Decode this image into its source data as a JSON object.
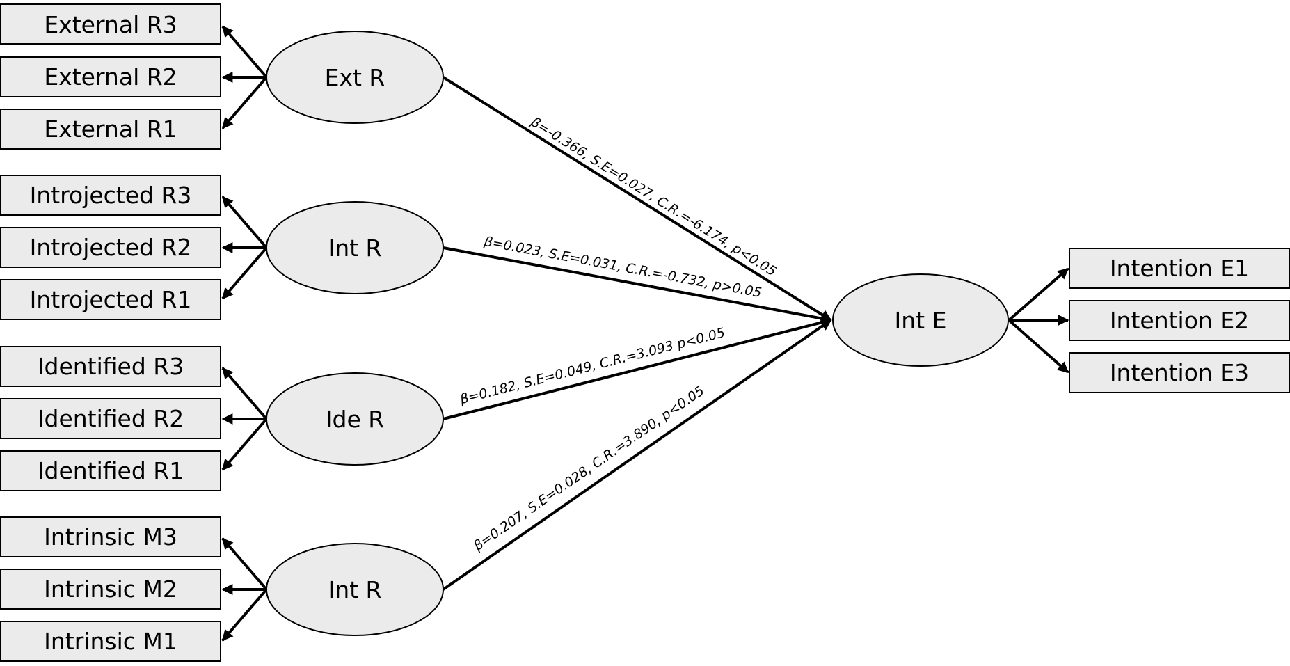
{
  "latent_left": [
    {
      "id": "ext",
      "label": "Ext R",
      "indicators": [
        "External R3",
        "External R2",
        "External R1"
      ]
    },
    {
      "id": "intr",
      "label": "Int R",
      "indicators": [
        "Introjected R3",
        "Introjected R2",
        "Introjected R1"
      ]
    },
    {
      "id": "ide",
      "label": "Ide R",
      "indicators": [
        "Identified R3",
        "Identified R2",
        "Identified R1"
      ]
    },
    {
      "id": "intm",
      "label": "Int R",
      "indicators": [
        "Intrinsic M3",
        "Intrinsic M2",
        "Intrinsic M1"
      ]
    }
  ],
  "outcome": {
    "label": "Int E",
    "indicators": [
      "Intention E1",
      "Intention E2",
      "Intention E3"
    ]
  },
  "paths": [
    {
      "from": "ext",
      "label": "β=-0.366, S.E=0.027, C.R.=-6.174, p<0.05"
    },
    {
      "from": "intr",
      "label": "β=0.023, S.E=0.031, C.R.=-0.732, p>0.05"
    },
    {
      "from": "ide",
      "label": "β=0.182, S.E=0.049, C.R.=3.093 p<0.05"
    },
    {
      "from": "intm",
      "label": "β=0.207, S.E=0.028, C.R.=3.890, p<0.05"
    }
  ],
  "colors": {
    "node_fill": "#ebebeb",
    "stroke": "#000000",
    "background": "#ffffff"
  }
}
